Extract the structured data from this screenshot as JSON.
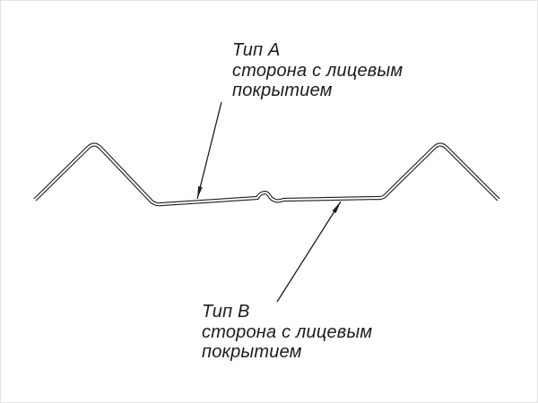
{
  "diagram": {
    "label_a": {
      "title": "Тип A",
      "line1": "сторона с лицевым",
      "line2": "покрытием"
    },
    "label_b": {
      "title": "Тип B",
      "line1": "сторона с лицевым",
      "line2": "покрытием"
    }
  },
  "colors": {
    "line": "#1c1c1c",
    "background": "#ffffff"
  }
}
